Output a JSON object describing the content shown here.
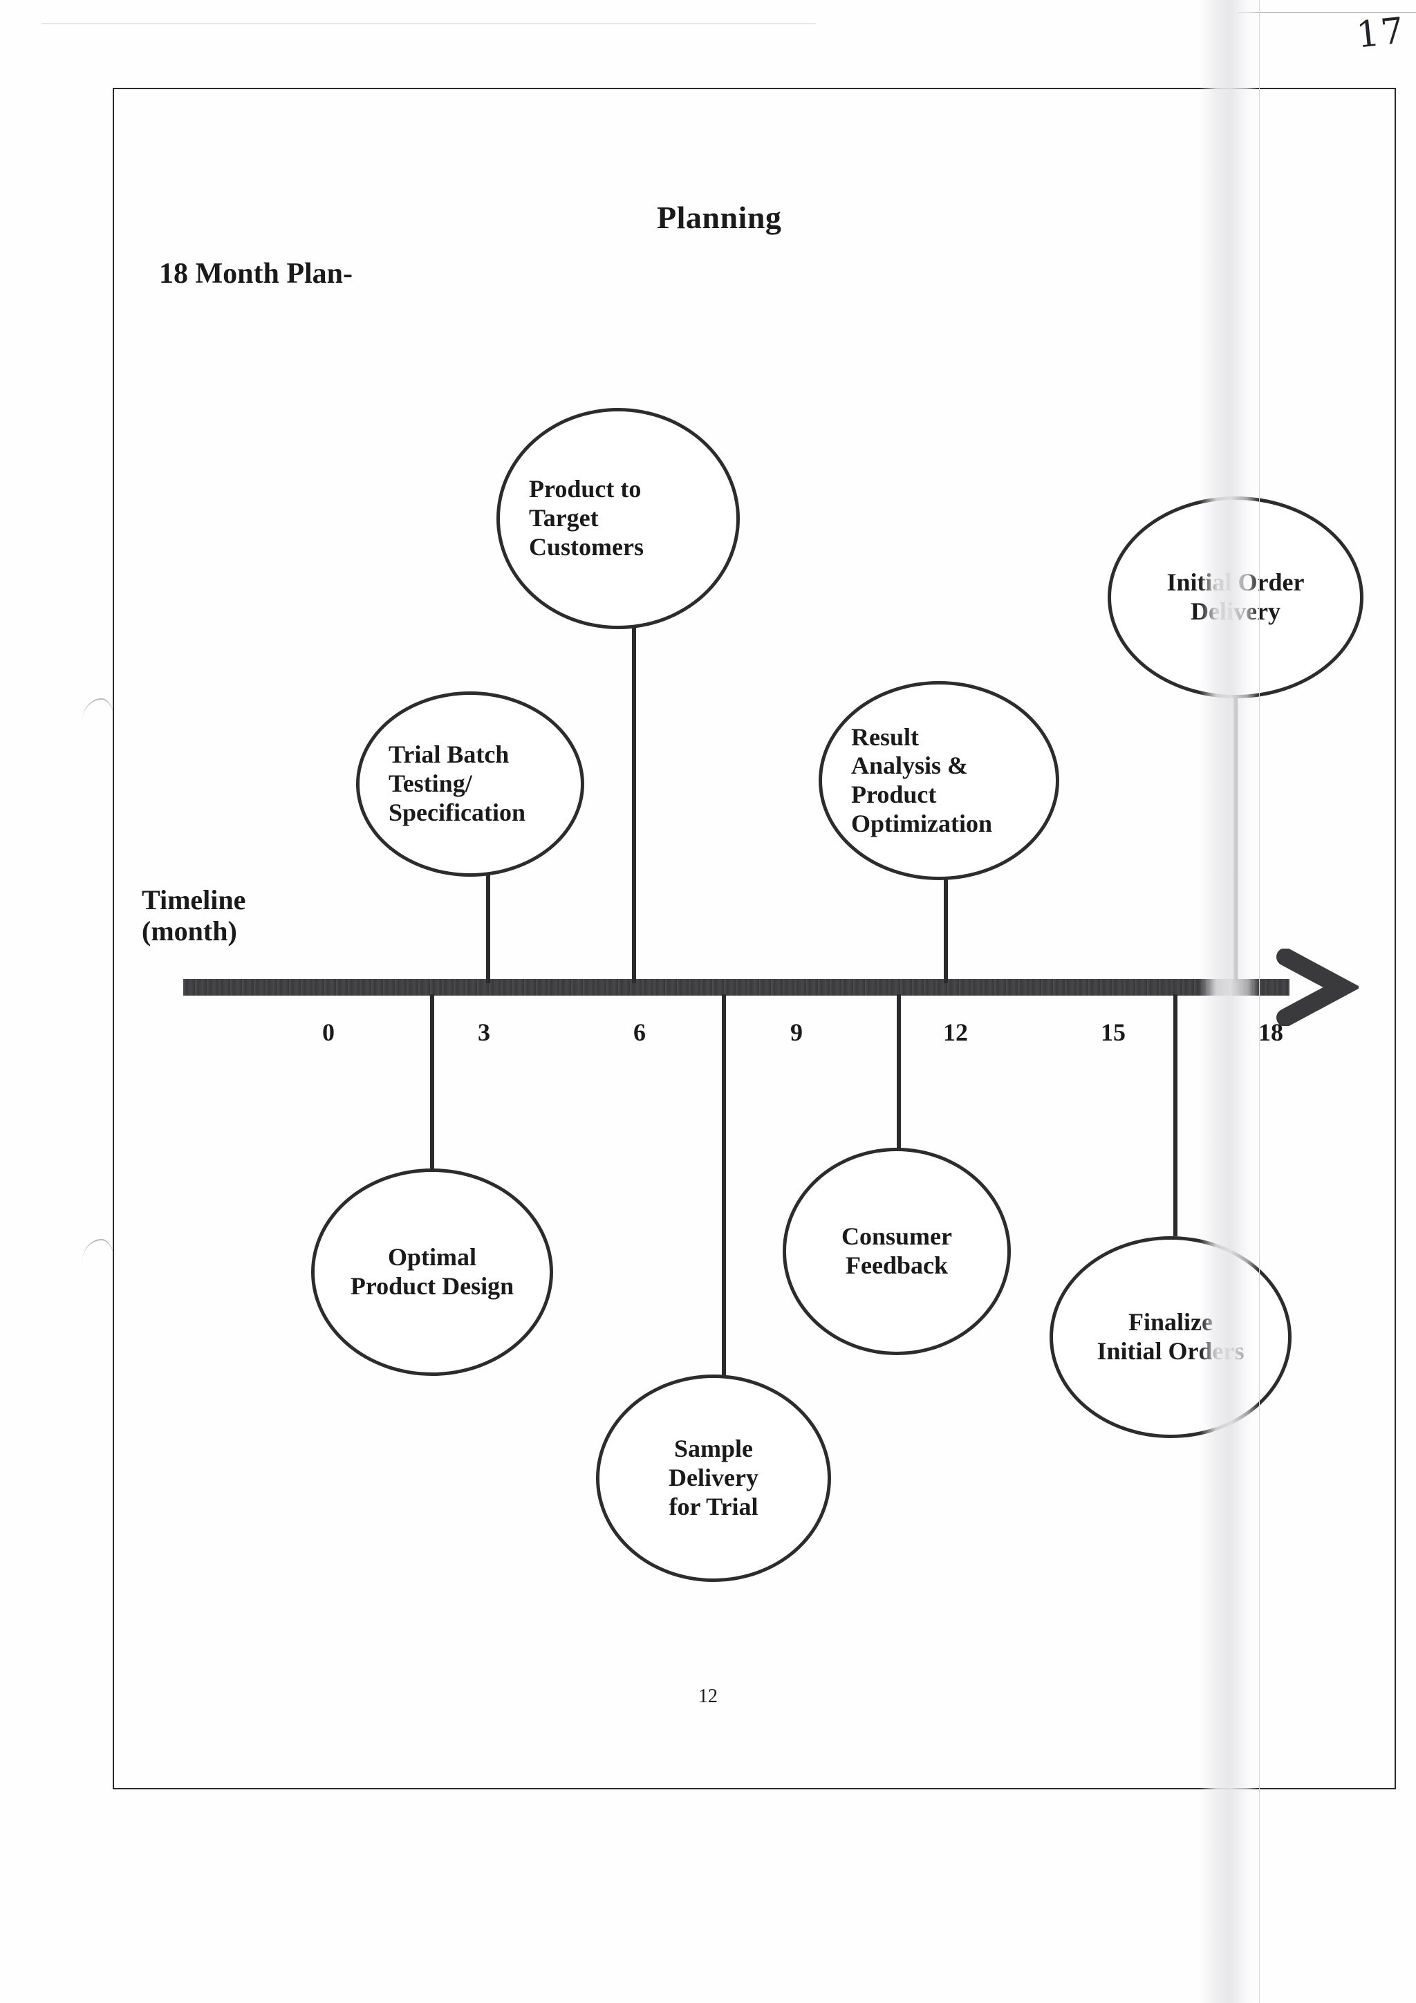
{
  "document": {
    "title": "Planning",
    "plan_label": "18 Month Plan-",
    "page_number": "12",
    "hand_annotation": "17"
  },
  "axis": {
    "label_line1": "Timeline",
    "label_line2": "(month)",
    "unit": "month",
    "ticks": [
      "0",
      "3",
      "6",
      "9",
      "12",
      "15",
      "18"
    ]
  },
  "chart_data": {
    "type": "timeline",
    "title": "Planning",
    "subtitle": "18 Month Plan-",
    "xlabel": "Timeline (month)",
    "xlim": [
      0,
      18
    ],
    "tick_values": [
      0,
      3,
      6,
      9,
      12,
      15,
      18
    ],
    "milestones": [
      {
        "label": "Trial Batch\nTesting/\nSpecification",
        "month": 3,
        "side": "above"
      },
      {
        "label": "Product to\nTarget\nCustomers",
        "month": 6,
        "side": "above"
      },
      {
        "label": "Result\nAnalysis &\nProduct\nOptimization",
        "month": 12,
        "side": "above"
      },
      {
        "label": "Initial Order\nDelivery",
        "month": 18,
        "side": "above"
      },
      {
        "label": "Optimal\nProduct Design",
        "month": 2,
        "side": "below"
      },
      {
        "label": "Sample\nDelivery\nfor Trial",
        "month": 7,
        "side": "below"
      },
      {
        "label": "Consumer\nFeedback",
        "month": 10,
        "side": "below"
      },
      {
        "label": "Finalize\nInitial Orders",
        "month": 16,
        "side": "below"
      }
    ]
  },
  "nodes": {
    "trial_batch": "Trial Batch\nTesting/\nSpecification",
    "product_to_target": "Product to\nTarget\nCustomers",
    "result_analysis": "Result\nAnalysis &\nProduct\nOptimization",
    "initial_order_delivery": "Initial Order\nDelivery",
    "optimal_product_design": "Optimal\nProduct Design",
    "sample_delivery": "Sample\nDelivery\nfor Trial",
    "consumer_feedback": "Consumer\nFeedback",
    "finalize_initial_orders": "Finalize\nInitial Orders"
  }
}
